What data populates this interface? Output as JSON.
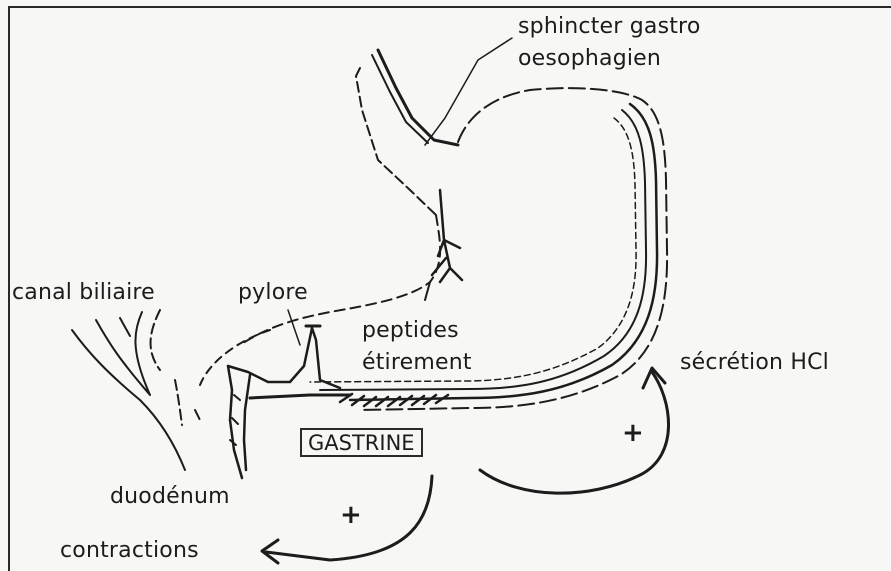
{
  "labels": {
    "sphincter_line1": "sphincter gastro",
    "sphincter_line2": "oesophagien",
    "canal_biliaire": "canal biliaire",
    "pylore": "pylore",
    "peptides": "peptides",
    "etirement": "étirement",
    "secretion": "sécrétion HCl",
    "gastrine": "GASTRINE",
    "duodenum": "duodénum",
    "contractions": "contractions",
    "plus_right": "+",
    "plus_bottom": "+"
  },
  "colors": {
    "ink": "#1c1c1c",
    "background": "#f7f7f5"
  }
}
